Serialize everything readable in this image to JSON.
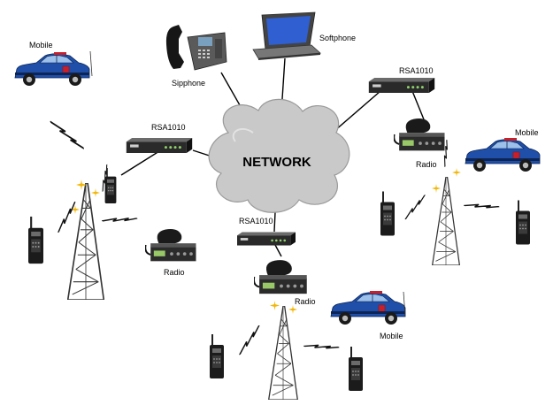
{
  "labels": {
    "mobile": "Mobile",
    "sipphone": "Sipphone",
    "softphone": "Softphone",
    "gateway": "RSA1010",
    "network": "NETWORK",
    "radio": "Radio"
  },
  "colors": {
    "cloud_fill": "#c9c9c9",
    "car_body": "#1f4fa8",
    "gateway_body": "#2a2a2a",
    "laptop_screen": "#2f5fd0",
    "tower_steel": "#333333",
    "signal_spark": "#f2b70a"
  },
  "icons": {
    "ip_desk_phone": "sip-phone-icon",
    "laptop": "laptop-icon",
    "network_cloud": "network-cloud-icon",
    "gateway_box": "rsa1010-gateway-icon",
    "base_radio": "base-radio-icon",
    "handheld": "handheld-radio-icon",
    "police_car": "police-car-icon",
    "antenna_tower": "antenna-tower-icon",
    "lightning": "radio-signal-icon"
  }
}
